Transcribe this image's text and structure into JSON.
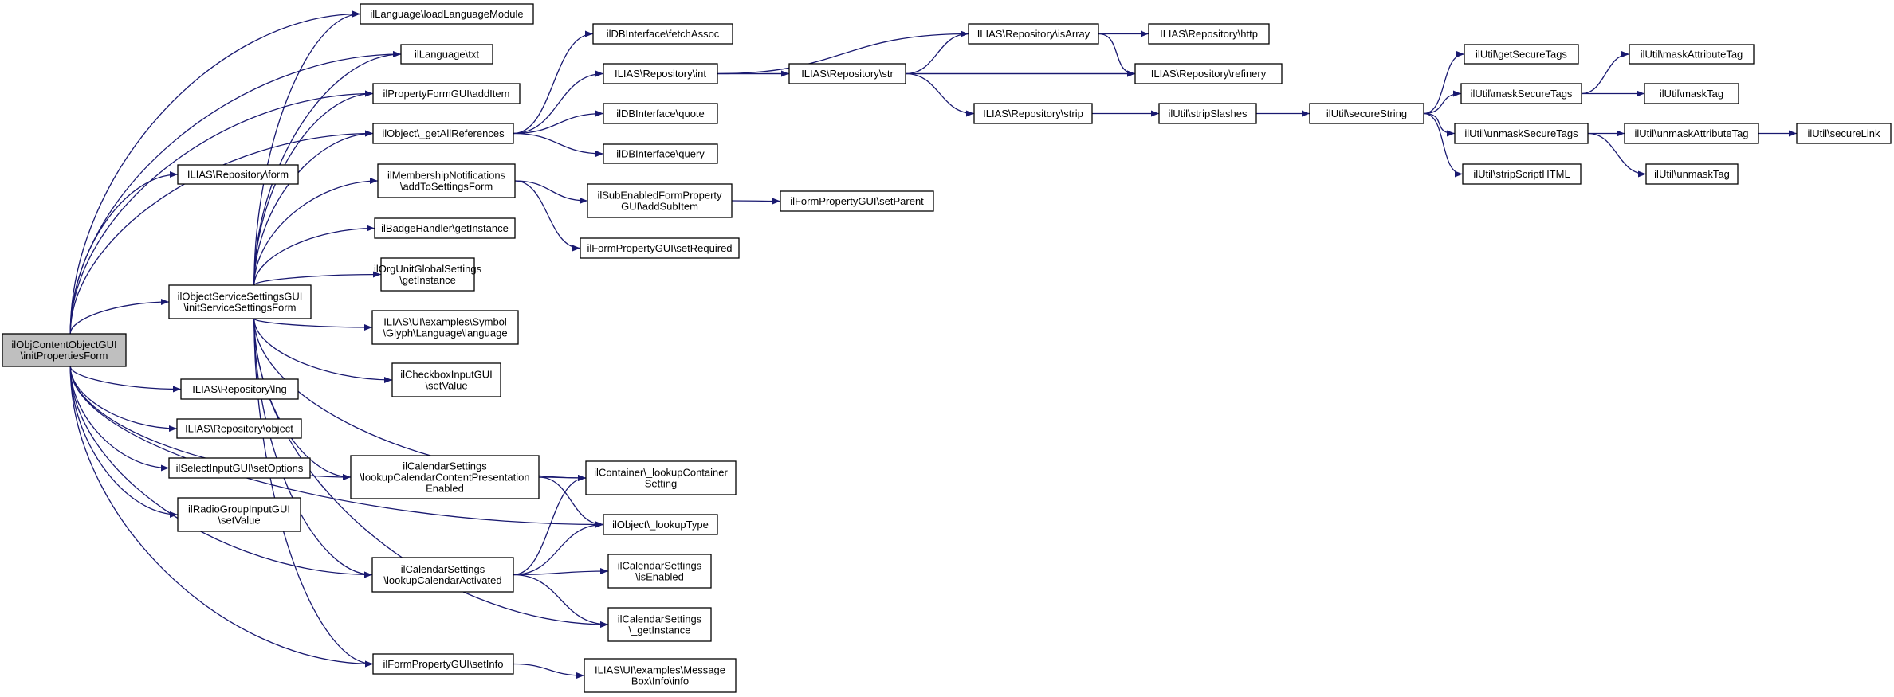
{
  "diagram": {
    "type": "call-graph",
    "edge_color": "#191970",
    "root_fill": "#bfbfbf",
    "nodes": [
      {
        "id": "root",
        "lines": [
          "ilObjContentObjectGUI",
          "\\initPropertiesForm"
        ],
        "root": true
      },
      {
        "id": "repo_form",
        "lines": [
          "ILIAS\\Repository\\form"
        ]
      },
      {
        "id": "svc_init",
        "lines": [
          "ilObjectServiceSettingsGUI",
          "\\initServiceSettingsForm"
        ]
      },
      {
        "id": "repo_lng",
        "lines": [
          "ILIAS\\Repository\\lng"
        ]
      },
      {
        "id": "repo_object",
        "lines": [
          "ILIAS\\Repository\\object"
        ]
      },
      {
        "id": "select_setopt",
        "lines": [
          "ilSelectInputGUI\\setOptions"
        ]
      },
      {
        "id": "radio_setval",
        "lines": [
          "ilRadioGroupInputGUI",
          "\\setValue"
        ]
      },
      {
        "id": "lang_load",
        "lines": [
          "ilLanguage\\loadLanguageModule"
        ]
      },
      {
        "id": "lang_txt",
        "lines": [
          "ilLanguage\\txt"
        ]
      },
      {
        "id": "prop_additem",
        "lines": [
          "ilPropertyFormGUI\\addItem"
        ]
      },
      {
        "id": "obj_getallrefs",
        "lines": [
          "ilObject\\_getAllReferences"
        ]
      },
      {
        "id": "memb_notif",
        "lines": [
          "ilMembershipNotifications",
          "\\addToSettingsForm"
        ]
      },
      {
        "id": "badge",
        "lines": [
          "ilBadgeHandler\\getInstance"
        ]
      },
      {
        "id": "orgunit",
        "lines": [
          "ilOrgUnitGlobalSettings",
          "\\getInstance"
        ]
      },
      {
        "id": "glyph_lang",
        "lines": [
          "ILIAS\\UI\\examples\\Symbol",
          "\\Glyph\\Language\\language"
        ]
      },
      {
        "id": "checkbox",
        "lines": [
          "ilCheckboxInputGUI",
          "\\setValue"
        ]
      },
      {
        "id": "cal_content",
        "lines": [
          "ilCalendarSettings",
          "\\lookupCalendarContentPresentation",
          "Enabled"
        ]
      },
      {
        "id": "cal_activated",
        "lines": [
          "ilCalendarSettings",
          "\\lookupCalendarActivated"
        ]
      },
      {
        "id": "form_setinfo",
        "lines": [
          "ilFormPropertyGUI\\setInfo"
        ]
      },
      {
        "id": "db_fetch",
        "lines": [
          "ilDBInterface\\fetchAssoc"
        ]
      },
      {
        "id": "repo_int",
        "lines": [
          "ILIAS\\Repository\\int"
        ]
      },
      {
        "id": "db_quote",
        "lines": [
          "ilDBInterface\\quote"
        ]
      },
      {
        "id": "db_query",
        "lines": [
          "ilDBInterface\\query"
        ]
      },
      {
        "id": "subenabled",
        "lines": [
          "ilSubEnabledFormProperty",
          "GUI\\addSubItem"
        ]
      },
      {
        "id": "form_setreq",
        "lines": [
          "ilFormPropertyGUI\\setRequired"
        ]
      },
      {
        "id": "container_lookup",
        "lines": [
          "ilContainer\\_lookupContainer",
          "Setting"
        ]
      },
      {
        "id": "obj_lookuptype",
        "lines": [
          "ilObject\\_lookupType"
        ]
      },
      {
        "id": "cal_isenabled",
        "lines": [
          "ilCalendarSettings",
          "\\isEnabled"
        ]
      },
      {
        "id": "cal_getinst",
        "lines": [
          "ilCalendarSettings",
          "\\_getInstance"
        ]
      },
      {
        "id": "msgbox",
        "lines": [
          "ILIAS\\UI\\examples\\Message",
          "Box\\Info\\info"
        ]
      },
      {
        "id": "repo_str",
        "lines": [
          "ILIAS\\Repository\\str"
        ]
      },
      {
        "id": "form_setparent",
        "lines": [
          "ilFormPropertyGUI\\setParent"
        ]
      },
      {
        "id": "repo_isarray",
        "lines": [
          "ILIAS\\Repository\\isArray"
        ]
      },
      {
        "id": "repo_strip",
        "lines": [
          "ILIAS\\Repository\\strip"
        ]
      },
      {
        "id": "repo_http",
        "lines": [
          "ILIAS\\Repository\\http"
        ]
      },
      {
        "id": "repo_refinery",
        "lines": [
          "ILIAS\\Repository\\refinery"
        ]
      },
      {
        "id": "util_stripslashes",
        "lines": [
          "ilUtil\\stripSlashes"
        ]
      },
      {
        "id": "util_securestring",
        "lines": [
          "ilUtil\\secureString"
        ]
      },
      {
        "id": "util_getsecuretags",
        "lines": [
          "ilUtil\\getSecureTags"
        ]
      },
      {
        "id": "util_masksecuretags",
        "lines": [
          "ilUtil\\maskSecureTags"
        ]
      },
      {
        "id": "util_unmasksecuretags",
        "lines": [
          "ilUtil\\unmaskSecureTags"
        ]
      },
      {
        "id": "util_stripscript",
        "lines": [
          "ilUtil\\stripScriptHTML"
        ]
      },
      {
        "id": "util_maskattr",
        "lines": [
          "ilUtil\\maskAttributeTag"
        ]
      },
      {
        "id": "util_masktag",
        "lines": [
          "ilUtil\\maskTag"
        ]
      },
      {
        "id": "util_unmaskattr",
        "lines": [
          "ilUtil\\unmaskAttributeTag"
        ]
      },
      {
        "id": "util_unmasktag",
        "lines": [
          "ilUtil\\unmaskTag"
        ]
      },
      {
        "id": "util_securelink",
        "lines": [
          "ilUtil\\secureLink"
        ]
      }
    ],
    "edges": [
      [
        "root",
        "repo_form"
      ],
      [
        "root",
        "svc_init"
      ],
      [
        "root",
        "repo_lng"
      ],
      [
        "root",
        "repo_object"
      ],
      [
        "root",
        "select_setopt"
      ],
      [
        "root",
        "radio_setval"
      ],
      [
        "root",
        "lang_load"
      ],
      [
        "root",
        "lang_txt"
      ],
      [
        "root",
        "prop_additem"
      ],
      [
        "root",
        "obj_getallrefs"
      ],
      [
        "root",
        "cal_content"
      ],
      [
        "root",
        "cal_activated"
      ],
      [
        "root",
        "form_setinfo"
      ],
      [
        "root",
        "obj_lookuptype"
      ],
      [
        "svc_init",
        "lang_load"
      ],
      [
        "svc_init",
        "lang_txt"
      ],
      [
        "svc_init",
        "prop_additem"
      ],
      [
        "svc_init",
        "obj_getallrefs"
      ],
      [
        "svc_init",
        "memb_notif"
      ],
      [
        "svc_init",
        "badge"
      ],
      [
        "svc_init",
        "orgunit"
      ],
      [
        "svc_init",
        "glyph_lang"
      ],
      [
        "svc_init",
        "checkbox"
      ],
      [
        "svc_init",
        "cal_content"
      ],
      [
        "svc_init",
        "cal_activated"
      ],
      [
        "svc_init",
        "form_setinfo"
      ],
      [
        "svc_init",
        "container_lookup"
      ],
      [
        "svc_init",
        "cal_getinst"
      ],
      [
        "obj_getallrefs",
        "db_fetch"
      ],
      [
        "obj_getallrefs",
        "repo_int"
      ],
      [
        "obj_getallrefs",
        "db_quote"
      ],
      [
        "obj_getallrefs",
        "db_query"
      ],
      [
        "memb_notif",
        "subenabled"
      ],
      [
        "memb_notif",
        "form_setreq"
      ],
      [
        "subenabled",
        "form_setparent"
      ],
      [
        "cal_content",
        "container_lookup"
      ],
      [
        "cal_content",
        "obj_lookuptype"
      ],
      [
        "cal_activated",
        "container_lookup"
      ],
      [
        "cal_activated",
        "obj_lookuptype"
      ],
      [
        "cal_activated",
        "cal_isenabled"
      ],
      [
        "cal_activated",
        "cal_getinst"
      ],
      [
        "form_setinfo",
        "msgbox"
      ],
      [
        "repo_int",
        "repo_str"
      ],
      [
        "repo_int",
        "repo_isarray"
      ],
      [
        "repo_int",
        "repo_refinery"
      ],
      [
        "repo_str",
        "repo_isarray"
      ],
      [
        "repo_str",
        "repo_refinery"
      ],
      [
        "repo_str",
        "repo_strip"
      ],
      [
        "repo_isarray",
        "repo_http"
      ],
      [
        "repo_isarray",
        "repo_refinery"
      ],
      [
        "repo_strip",
        "util_stripslashes"
      ],
      [
        "util_stripslashes",
        "util_securestring"
      ],
      [
        "util_securestring",
        "util_getsecuretags"
      ],
      [
        "util_securestring",
        "util_masksecuretags"
      ],
      [
        "util_securestring",
        "util_unmasksecuretags"
      ],
      [
        "util_securestring",
        "util_stripscript"
      ],
      [
        "util_masksecuretags",
        "util_maskattr"
      ],
      [
        "util_masksecuretags",
        "util_masktag"
      ],
      [
        "util_unmasksecuretags",
        "util_unmaskattr"
      ],
      [
        "util_unmasksecuretags",
        "util_unmasktag"
      ],
      [
        "util_unmaskattr",
        "util_securelink"
      ]
    ]
  }
}
